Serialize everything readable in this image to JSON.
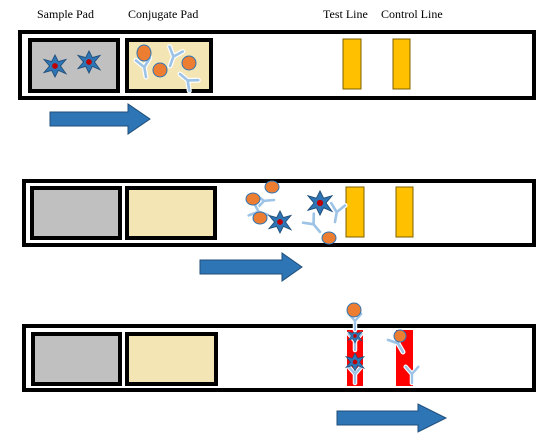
{
  "labels": {
    "sample_pad": "Sample Pad",
    "conjugate_pad": "Conjugate Pad",
    "test_line": "Test Line",
    "control_line": "Control Line"
  },
  "colors": {
    "strip_border": "#000000",
    "sample_pad_fill": "#c0c0c0",
    "conjugate_pad_fill": "#f4e5b4",
    "line_fill": "#ffc000",
    "line_positive_fill": "#ff0000",
    "arrow_fill": "#2e75b6",
    "gold_particle": "#ed7d31",
    "antigen": "#2e75b6",
    "antigen_core": "#c00000",
    "antibody": "#9dc3e6"
  },
  "panels": [
    {
      "stage": "sample applied"
    },
    {
      "stage": "conjugate migrating"
    },
    {
      "stage": "lines captured"
    }
  ]
}
